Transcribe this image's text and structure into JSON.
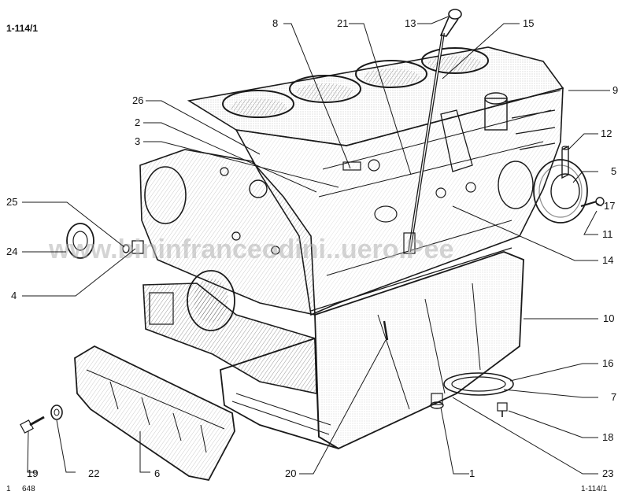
{
  "figure_ref": "1-114/1",
  "footer": {
    "left_a": "1",
    "left_b": "648",
    "right": "1-114/1"
  },
  "watermark": "www.bininfranceodini..uero.Pee",
  "callouts": [
    {
      "id": "8",
      "text": "8"
    },
    {
      "id": "21",
      "text": "21"
    },
    {
      "id": "13",
      "text": "13"
    },
    {
      "id": "15",
      "text": "15"
    },
    {
      "id": "9",
      "text": "9"
    },
    {
      "id": "26",
      "text": "26"
    },
    {
      "id": "2",
      "text": "2"
    },
    {
      "id": "3",
      "text": "3"
    },
    {
      "id": "12",
      "text": "12"
    },
    {
      "id": "5",
      "text": "5"
    },
    {
      "id": "25",
      "text": "25"
    },
    {
      "id": "17",
      "text": "17"
    },
    {
      "id": "11",
      "text": "11"
    },
    {
      "id": "24",
      "text": "24"
    },
    {
      "id": "14",
      "text": "14"
    },
    {
      "id": "4",
      "text": "4"
    },
    {
      "id": "10",
      "text": "10"
    },
    {
      "id": "16",
      "text": "16"
    },
    {
      "id": "7",
      "text": "7"
    },
    {
      "id": "18",
      "text": "18"
    },
    {
      "id": "19",
      "text": "19"
    },
    {
      "id": "22",
      "text": "22"
    },
    {
      "id": "6",
      "text": "6"
    },
    {
      "id": "20",
      "text": "20"
    },
    {
      "id": "1",
      "text": "1"
    },
    {
      "id": "23",
      "text": "23"
    }
  ]
}
